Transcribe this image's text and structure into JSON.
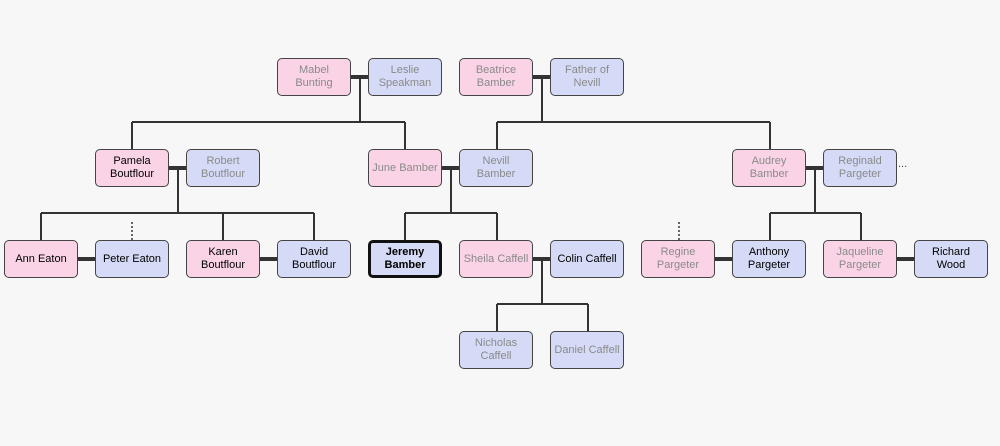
{
  "people": {
    "mabel": "Mabel Bunting",
    "leslie": "Leslie Speakman",
    "beatrice": "Beatrice Bamber",
    "father_nevill": "Father of Nevill",
    "pamela": "Pamela Boutflour",
    "robert": "Robert Boutflour",
    "june": "June Bamber",
    "nevill": "Nevill Bamber",
    "audrey": "Audrey Bamber",
    "reginald": "Reginald Pargeter",
    "reginald_more": "...",
    "ann": "Ann Eaton",
    "peter": "Peter Eaton",
    "karen": "Karen Boutflour",
    "david": "David Boutflour",
    "jeremy": "Jeremy Bamber",
    "sheila": "Sheila Caffell",
    "colin": "Colin Caffell",
    "regine": "Regine Pargeter",
    "anthony": "Anthony Pargeter",
    "jaqueline": "Jaqueline Pargeter",
    "richard": "Richard Wood",
    "nicholas": "Nicholas Caffell",
    "daniel": "Daniel Caffell"
  },
  "colors": {
    "female": "#fad4e6",
    "male": "#d5dbf6",
    "line": "#333333",
    "background": "#f7f7f7"
  }
}
